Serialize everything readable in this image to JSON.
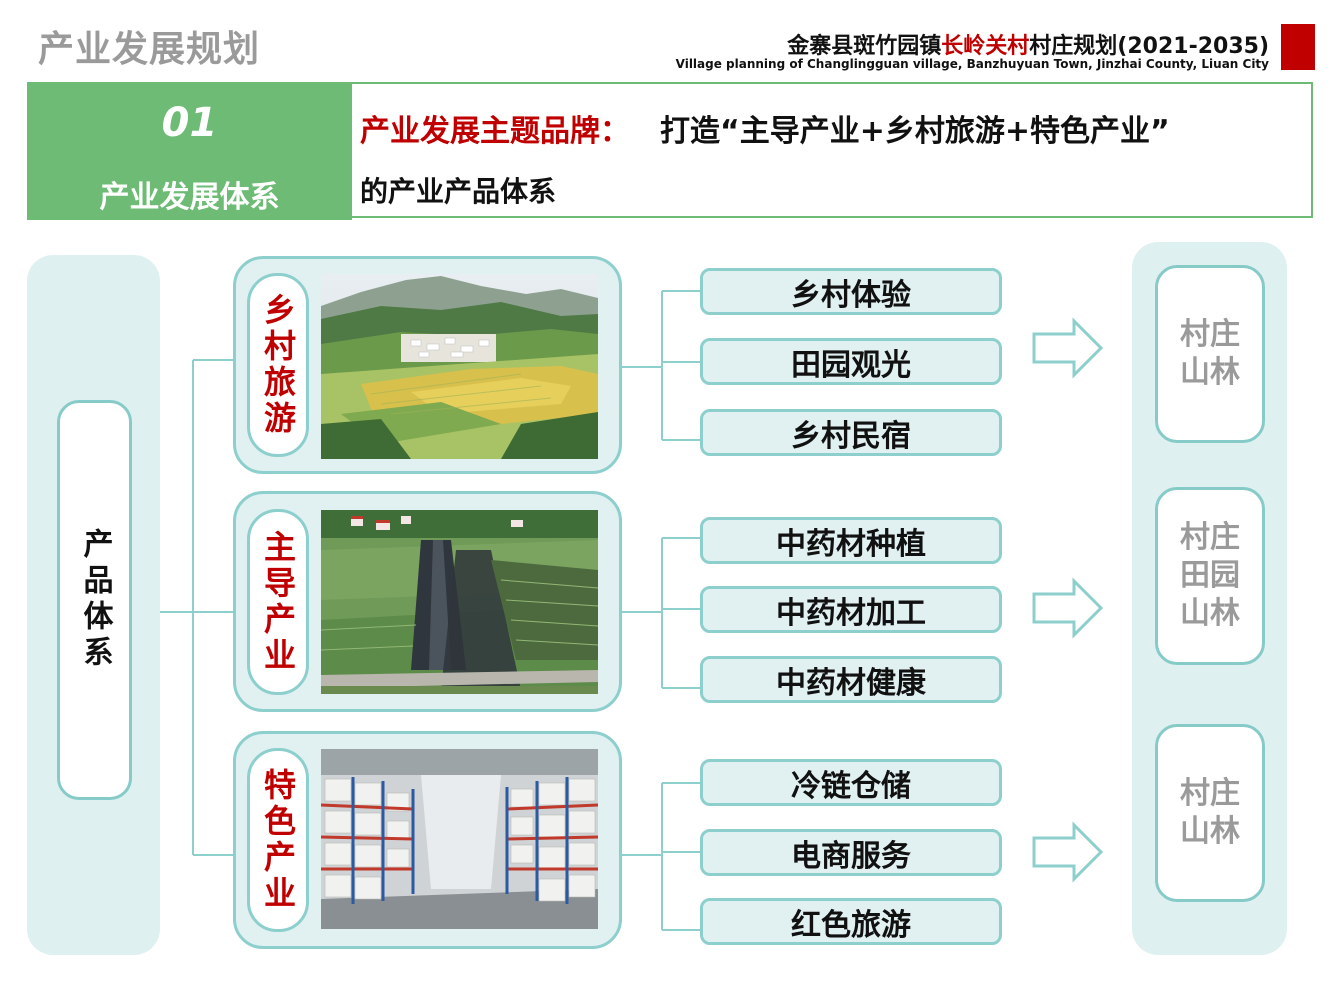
{
  "header": {
    "page_title": "产业发展规划",
    "doc_title_prefix": "金寨县斑竹园镇",
    "doc_title_highlight": "长岭关村",
    "doc_title_suffix": "村庄规划(2021-2035)",
    "doc_subtitle": "Village planning of Changlingguan village, Banzhuyuan Town, Jinzhai County, Liuan City"
  },
  "banner": {
    "number": "01",
    "label": "产业发展体系",
    "key_phrase": "产业发展主题品牌",
    "colon": "：",
    "description_line1": "打造“主导产业+乡村旅游+特色产业”",
    "description_line2": "的产业产品体系"
  },
  "diagram": {
    "root": "产品体系",
    "categories": [
      {
        "label": "乡村旅游",
        "photo_icon": "rural-landscape-photo",
        "items": [
          "乡村体验",
          "田园观光",
          "乡村民宿"
        ],
        "zones": [
          "村庄",
          "山林"
        ]
      },
      {
        "label": "主导产业",
        "photo_icon": "herb-plantation-photo",
        "items": [
          "中药材种植",
          "中药材加工",
          "中药材健康"
        ],
        "zones": [
          "村庄",
          "田园",
          "山林"
        ]
      },
      {
        "label": "特色产业",
        "photo_icon": "cold-storage-warehouse-photo",
        "items": [
          "冷链仓储",
          "电商服务",
          "红色旅游"
        ],
        "zones": [
          "村庄",
          "山林"
        ]
      }
    ]
  },
  "colors": {
    "accent_green": "#6dbb74",
    "accent_red": "#c00000",
    "teal_border": "#8ccfcc",
    "teal_fill": "#e1f1f2",
    "zone_text_gray": "#9a9a9a"
  }
}
